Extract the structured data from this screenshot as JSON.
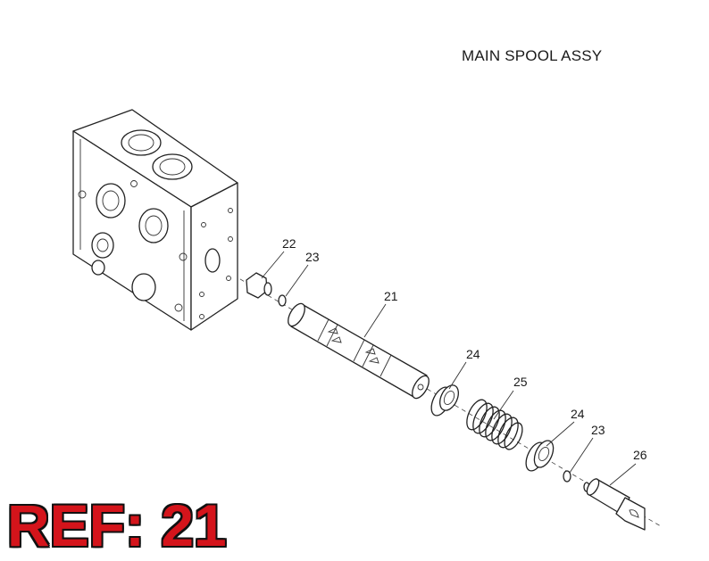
{
  "title": "MAIN SPOOL ASSY",
  "ref_label": "REF: 21",
  "colors": {
    "ref_text": "#d4141b",
    "ref_outline": "#111111",
    "line": "#222222"
  },
  "callouts": [
    {
      "id": "c22a",
      "label": "22"
    },
    {
      "id": "c23a",
      "label": "23"
    },
    {
      "id": "c21",
      "label": "21"
    },
    {
      "id": "c24a",
      "label": "24"
    },
    {
      "id": "c25",
      "label": "25"
    },
    {
      "id": "c24b",
      "label": "24"
    },
    {
      "id": "c23b",
      "label": "23"
    },
    {
      "id": "c26",
      "label": "26"
    }
  ]
}
